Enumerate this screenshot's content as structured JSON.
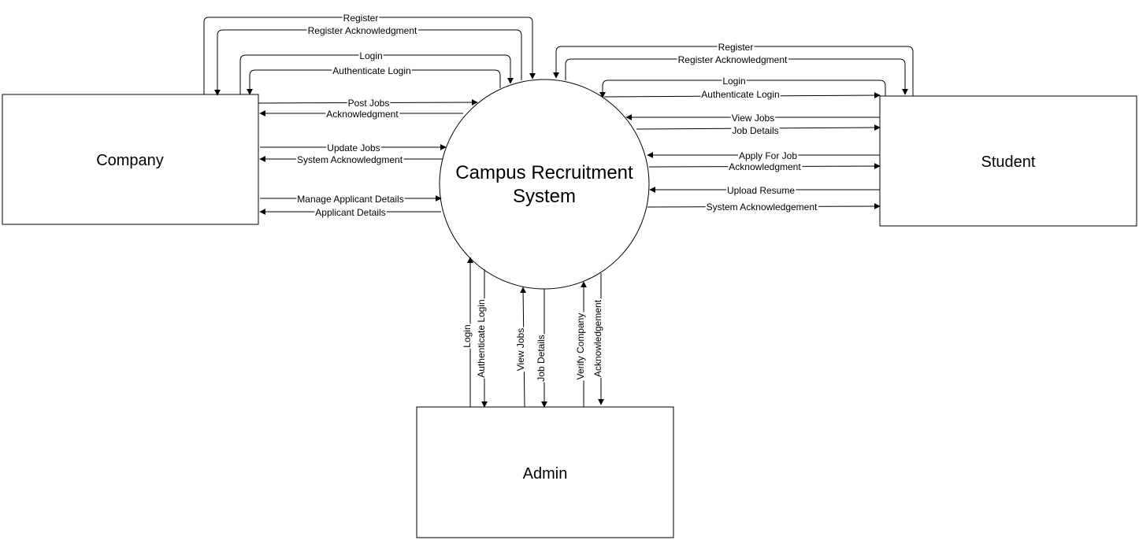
{
  "nodes": {
    "company": "Company",
    "student": "Student",
    "admin": "Admin",
    "system_line1": "Campus Recruitment",
    "system_line2": "System"
  },
  "flows": {
    "company_register": "Register",
    "company_register_ack": "Register Acknowledgment",
    "company_login": "Login",
    "company_auth_login": "Authenticate Login",
    "post_jobs": "Post Jobs",
    "post_jobs_ack": "Acknowledgment",
    "update_jobs": "Update Jobs",
    "update_jobs_ack": "System Acknowledgment",
    "manage_applicants": "Manage Applicant Details",
    "applicant_details": "Applicant Details",
    "student_register": "Register",
    "student_register_ack": "Register Acknowledgment",
    "student_login": "Login",
    "student_auth_login": "Authenticate Login",
    "view_jobs": "View Jobs",
    "job_details": "Job Details",
    "apply_for_job": "Apply For Job",
    "apply_ack": "Acknowledgment",
    "upload_resume": "Upload Resume",
    "resume_ack": "System Acknowledgement",
    "admin_login": "Login",
    "admin_auth_login": "Authenticate Login",
    "admin_view_jobs": "View Jobs",
    "admin_job_details": "Job Details",
    "verify_company": "Verify Company",
    "verify_ack": "Acknowledgement"
  }
}
